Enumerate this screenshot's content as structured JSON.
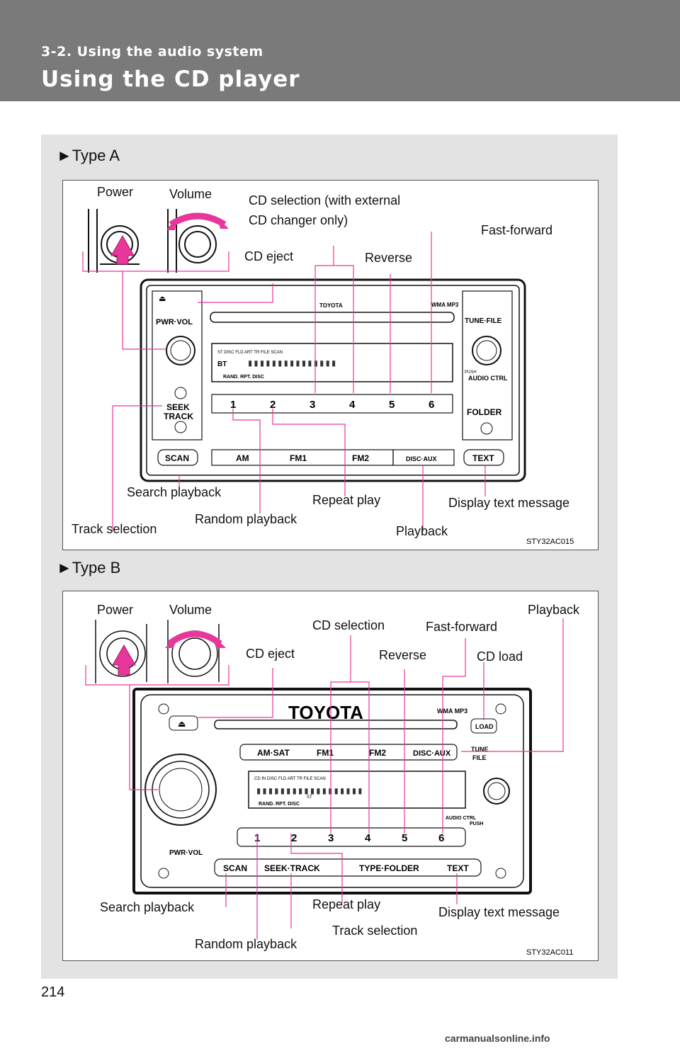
{
  "header": {
    "section": "3-2. Using the audio system",
    "title": "Using the CD player"
  },
  "colors": {
    "header_bg": "#7a7a7a",
    "panel_bg": "#e3e3e3",
    "callout": "#e8379a"
  },
  "type_a": {
    "label": "►Type A",
    "callouts": {
      "power": "Power",
      "volume": "Volume",
      "cd_selection_1": "CD selection (with external",
      "cd_selection_2": "CD changer only)",
      "fast_forward": "Fast-forward",
      "cd_eject": "CD eject",
      "reverse": "Reverse",
      "search_playback": "Search playback",
      "repeat_play": "Repeat play",
      "display_text": "Display text message",
      "track_selection": "Track selection",
      "random_playback": "Random playback",
      "playback": "Playback"
    },
    "unit": {
      "brand": "TOYOTA",
      "format": "WMA MP3",
      "pwr_vol": "PWR·VOL",
      "tune_file": "TUNE·FILE",
      "audio_ctrl": "AUDIO CTRL",
      "push": "PUSH",
      "seek": "SEEK",
      "track": "TRACK",
      "folder": "FOLDER",
      "presets": [
        "1",
        "2",
        "3",
        "4",
        "5",
        "6"
      ],
      "bottom_buttons": [
        "SCAN",
        "AM",
        "FM1",
        "FM2",
        "DISC·AUX",
        "TEXT"
      ],
      "display_top": "ST   DISC    FLD  ART   TR   FILE         SCAN",
      "display_bottom": "RAND.      RPT.       DISC",
      "display_bt": "BT"
    },
    "code": "STY32AC015"
  },
  "type_b": {
    "label": "►Type B",
    "callouts": {
      "power": "Power",
      "volume": "Volume",
      "playback": "Playback",
      "cd_selection": "CD selection",
      "fast_forward": "Fast-forward",
      "cd_eject": "CD eject",
      "reverse": "Reverse",
      "cd_load": "CD load",
      "search_playback": "Search playback",
      "repeat_play": "Repeat play",
      "display_text": "Display text message",
      "track_selection": "Track selection",
      "random_playback": "Random playback"
    },
    "unit": {
      "brand": "TOYOTA",
      "format": "WMA MP3",
      "load": "LOAD",
      "tune": "TUNE",
      "file": "FILE",
      "band_buttons": [
        "AM·SAT",
        "FM1",
        "FM2",
        "DISC·AUX"
      ],
      "audio_ctrl": "AUDIO  CTRL",
      "push": "PUSH",
      "pwr_vol": "PWR·VOL",
      "presets": [
        "1",
        "2",
        "3",
        "4",
        "5",
        "6"
      ],
      "bottom_buttons": [
        "SCAN",
        "SEEK·TRACK",
        "TYPE·FOLDER",
        "TEXT"
      ],
      "display_top": "CD IN       DISC     FLD  ART   TR   FILE        SCAN",
      "display_bottom": "RAND.     RPT.     DISC",
      "display_st": "ST"
    },
    "code": "STY32AC011"
  },
  "page_number": "214",
  "watermark": "carmanualsonline.info"
}
